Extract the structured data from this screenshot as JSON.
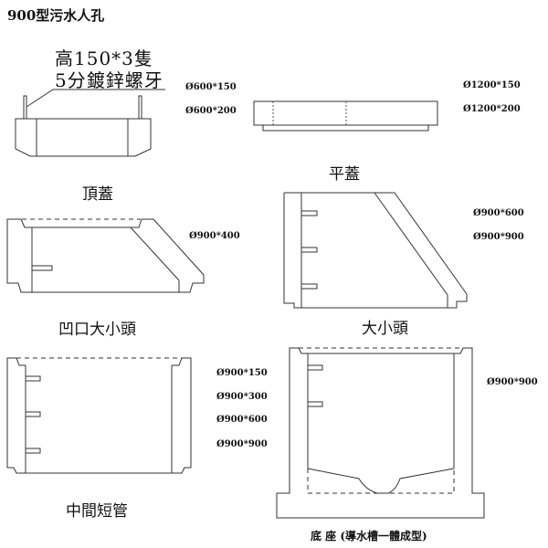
{
  "title": "900型污水人孔",
  "note": {
    "line1": "高150*3隻",
    "line2": "5分鍍鋅螺牙"
  },
  "parts": [
    {
      "name": "頂蓋",
      "specs": [
        "Ø600*150",
        "Ø600*200"
      ]
    },
    {
      "name": "平蓋",
      "specs": [
        "Ø1200*150",
        "Ø1200*200"
      ]
    },
    {
      "name": "凹口大小頭",
      "specs": [
        "Ø900*400"
      ]
    },
    {
      "name": "大小頭",
      "specs": [
        "Ø900*600",
        "Ø900*900"
      ]
    },
    {
      "name": "中間短管",
      "specs": [
        "Ø900*150",
        "Ø900*300",
        "Ø900*600",
        "Ø900*900"
      ]
    },
    {
      "name": "底 座 (導水槽一體成型)",
      "specs": [
        "Ø900*900"
      ]
    }
  ]
}
